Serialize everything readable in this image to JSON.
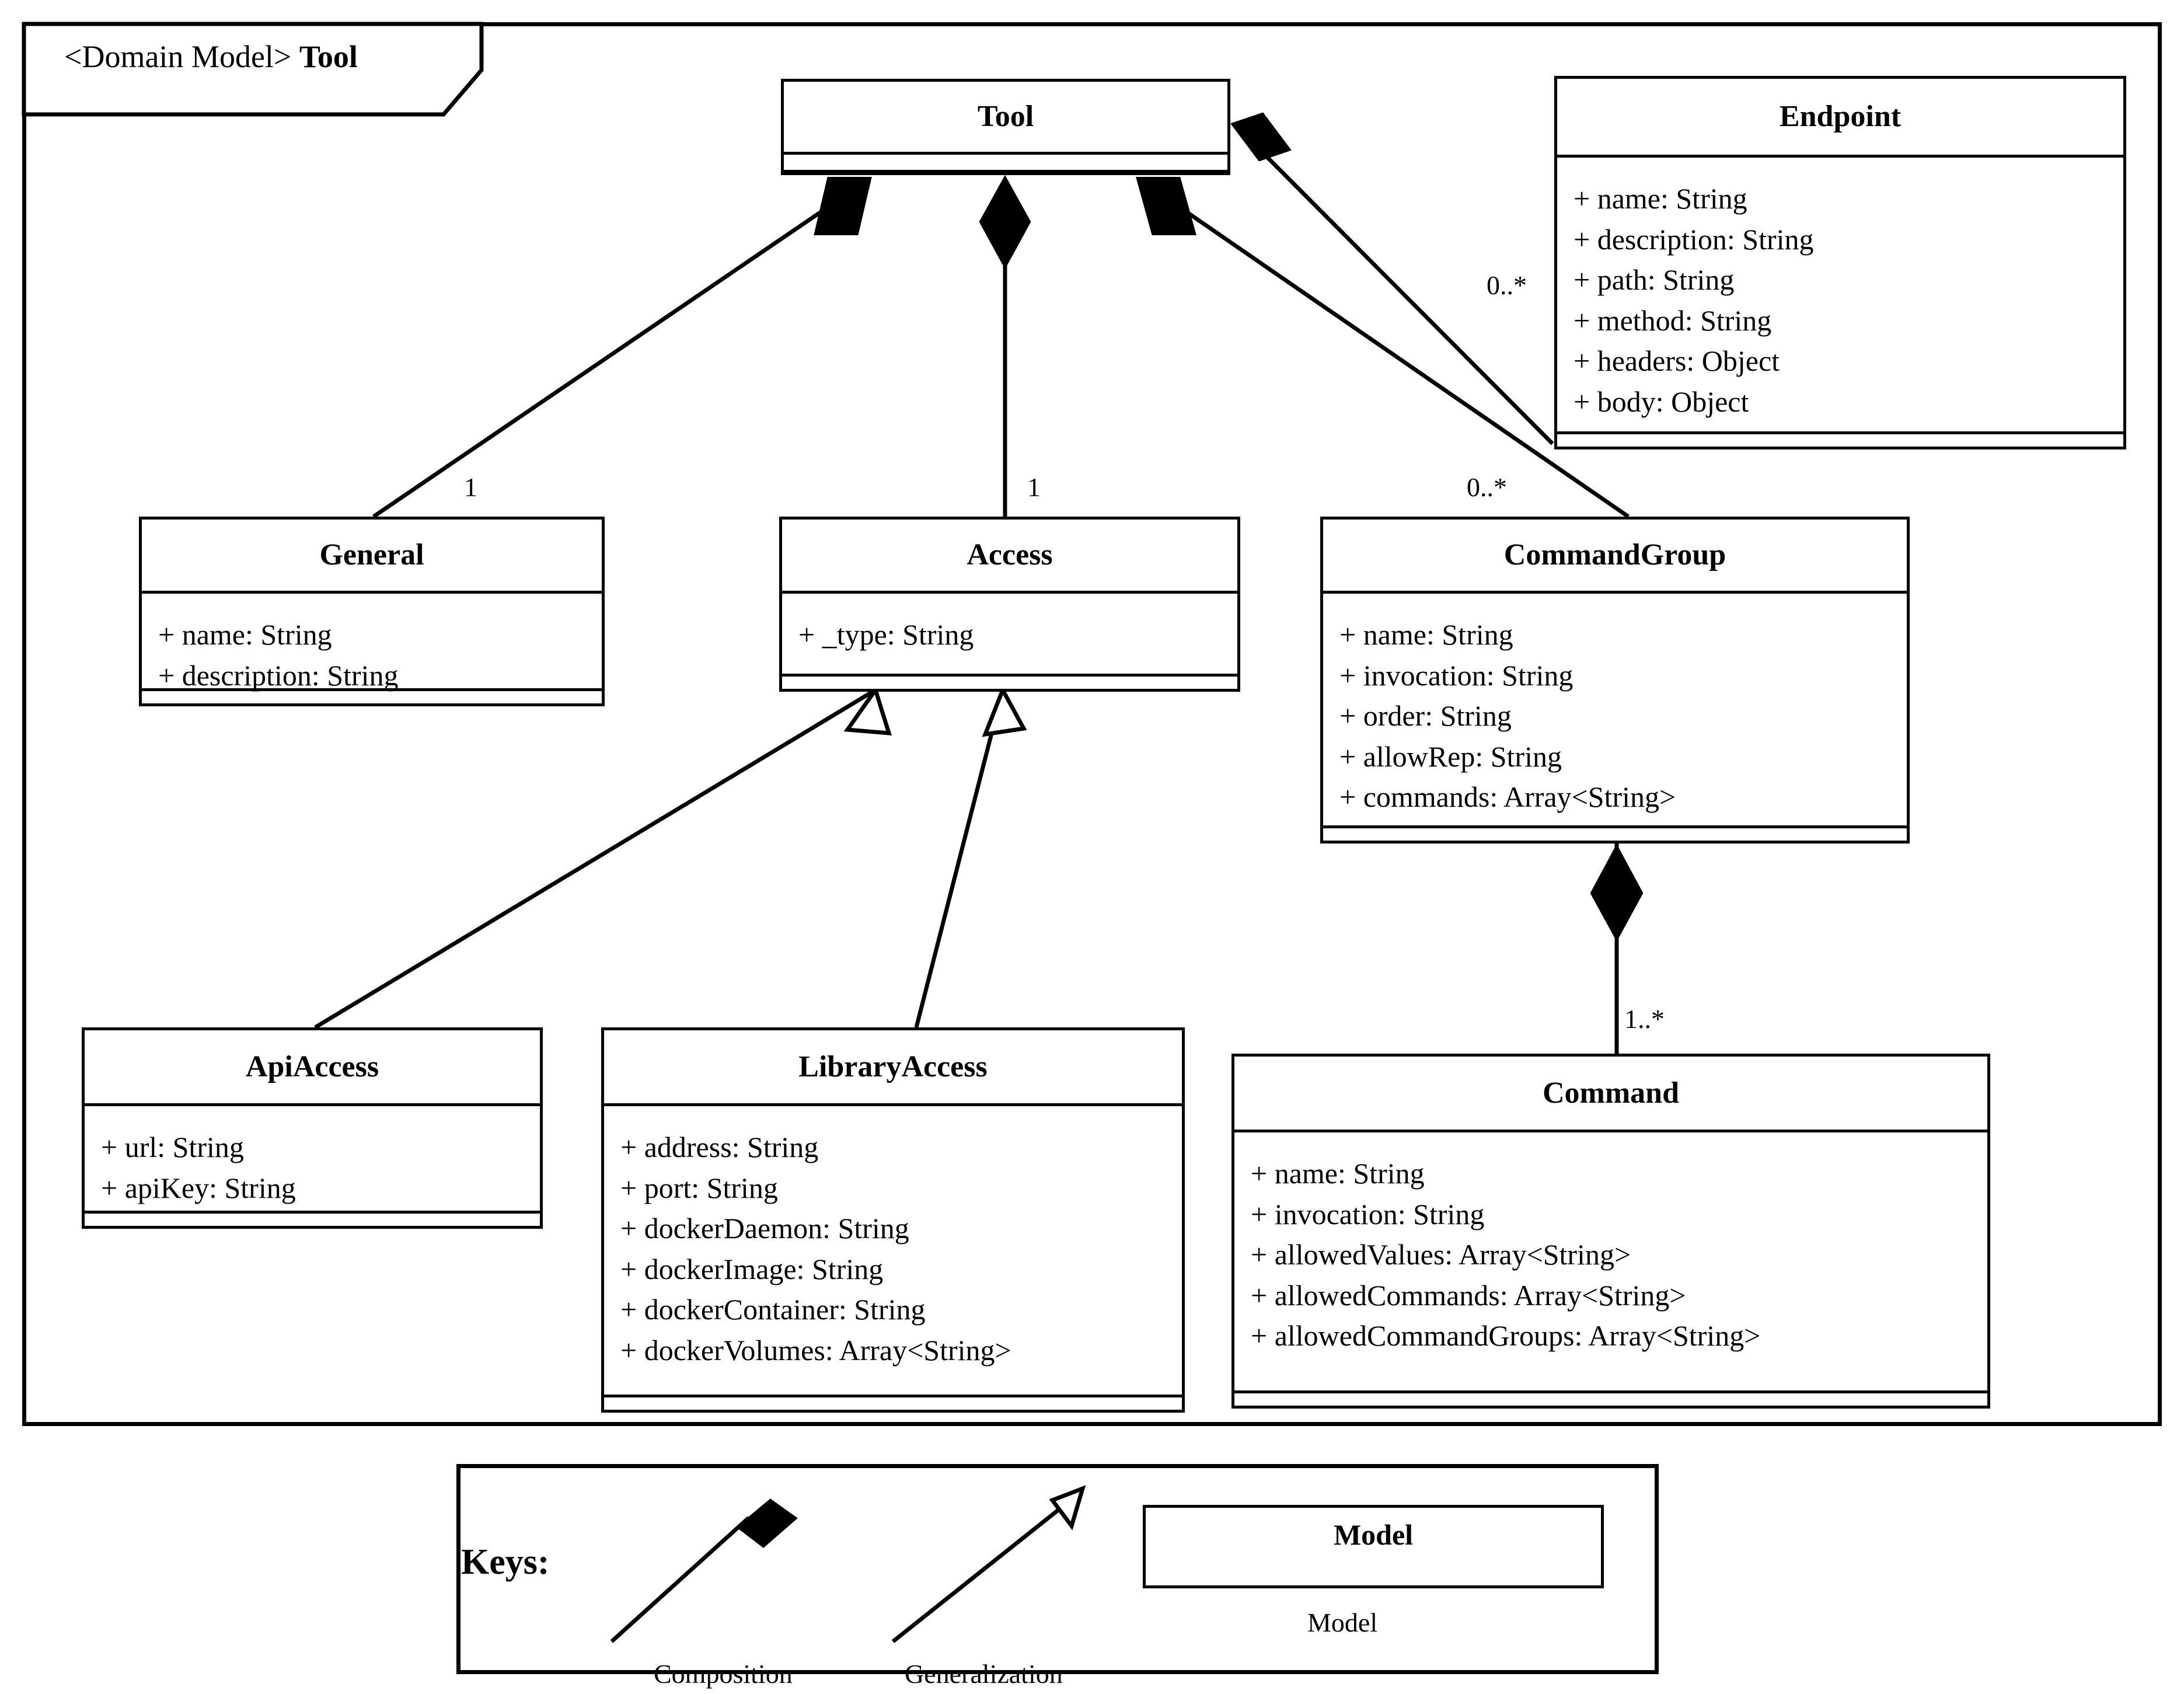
{
  "frame": {
    "stereotype": "<Domain Model>",
    "title": "Tool"
  },
  "classes": {
    "tool": {
      "name": "Tool",
      "attributes": [],
      "operations": []
    },
    "endpoint": {
      "name": "Endpoint",
      "attributes": [
        "+ name: String",
        "+ description: String",
        "+ path: String",
        "+ method: String",
        "+ headers: Object",
        "+ body: Object"
      ],
      "operations": []
    },
    "general": {
      "name": "General",
      "attributes": [
        "+ name: String",
        "+ description: String"
      ],
      "operations": []
    },
    "access": {
      "name": "Access",
      "attributes": [
        "+ _type: String"
      ],
      "operations": []
    },
    "commandgroup": {
      "name": "CommandGroup",
      "attributes": [
        "+ name: String",
        "+ invocation: String",
        "+ order: String",
        "+ allowRep: String",
        "+ commands: Array<String>"
      ],
      "operations": []
    },
    "apiaccess": {
      "name": "ApiAccess",
      "attributes": [
        "+ url: String",
        "+ apiKey: String"
      ],
      "operations": []
    },
    "libraryaccess": {
      "name": "LibraryAccess",
      "attributes": [
        "+ address: String",
        "+ port: String",
        "+ dockerDaemon: String",
        "+ dockerImage: String",
        "+ dockerContainer: String",
        "+ dockerVolumes: Array<String>"
      ],
      "operations": []
    },
    "command": {
      "name": "Command",
      "attributes": [
        "+ name: String",
        "+ invocation: String",
        "+ allowedValues: Array<String>",
        "+ allowedCommands: Array<String>",
        "+ allowedCommandGroups: Array<String>"
      ],
      "operations": []
    }
  },
  "relationships": {
    "tool_endpoint": {
      "type": "composition",
      "from": "Tool",
      "to": "Endpoint",
      "multiplicity": "0..*"
    },
    "tool_general": {
      "type": "composition",
      "from": "Tool",
      "to": "General",
      "multiplicity": "1"
    },
    "tool_access": {
      "type": "composition",
      "from": "Tool",
      "to": "Access",
      "multiplicity": "1"
    },
    "tool_commandgroup": {
      "type": "composition",
      "from": "Tool",
      "to": "CommandGroup",
      "multiplicity": "0..*"
    },
    "commandgroup_command": {
      "type": "composition",
      "from": "CommandGroup",
      "to": "Command",
      "multiplicity": "1..*"
    },
    "apiaccess_access": {
      "type": "generalization",
      "from": "ApiAccess",
      "to": "Access",
      "multiplicity": ""
    },
    "libraryaccess_access": {
      "type": "generalization",
      "from": "LibraryAccess",
      "to": "Access",
      "multiplicity": ""
    }
  },
  "keys": {
    "title": "Keys:",
    "composition_label": "Composition",
    "generalization_label": "Generalization",
    "model_box_name": "Model",
    "model_caption": "Model"
  },
  "colors": {
    "line": "#000000",
    "fill": "#ffffff"
  }
}
